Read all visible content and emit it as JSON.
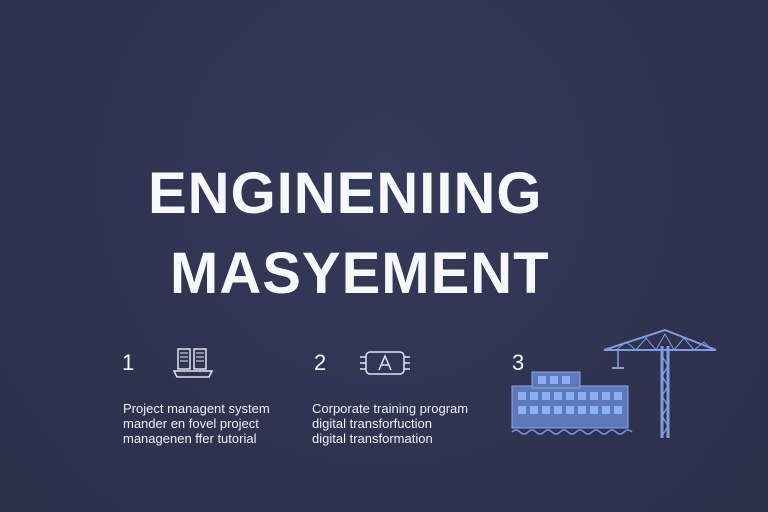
{
  "title": {
    "line1": "ENGINENIING",
    "line2": "MASYEMENT"
  },
  "steps": [
    {
      "number": "1",
      "icon": "laptop-book-icon",
      "lines": [
        "Project managent system",
        "mander en fovel project",
        "managenen ffer tutorial"
      ]
    },
    {
      "number": "2",
      "icon": "chip-icon",
      "lines": [
        "Corporate training program",
        "digital transforfuction",
        "digital transformation"
      ]
    },
    {
      "number": "3",
      "icon": "construction-crane-building-icon"
    }
  ],
  "colors": {
    "background": "#2f3350",
    "text": "#f4f5f9",
    "accent": "#6f8fd8"
  }
}
